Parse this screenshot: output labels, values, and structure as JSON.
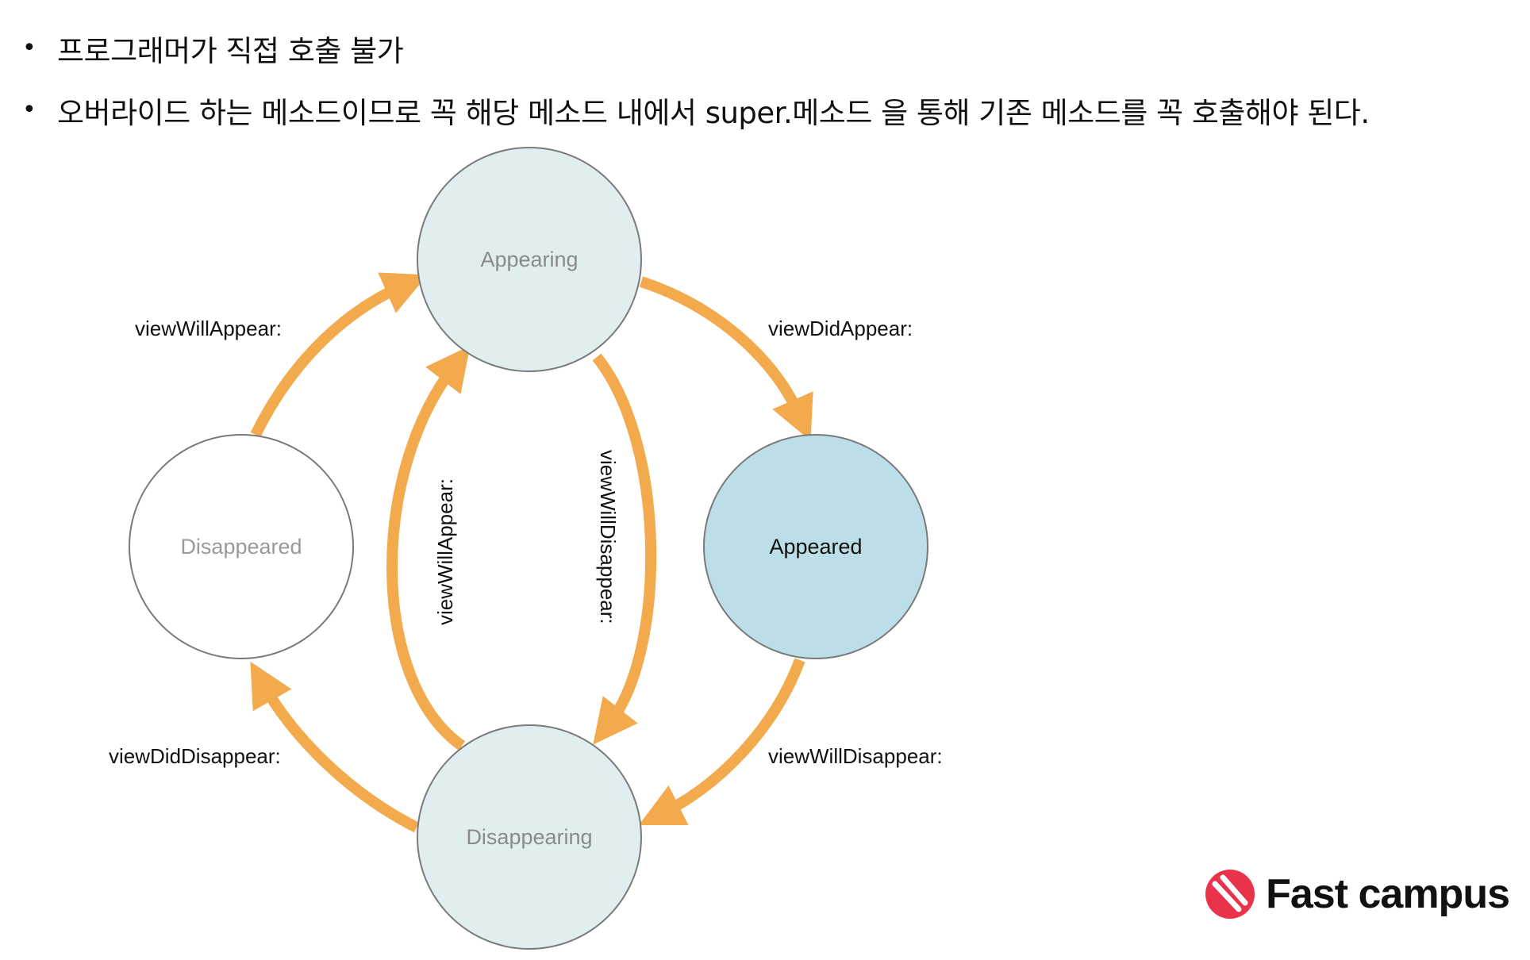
{
  "bullets": [
    {
      "dot": "•",
      "text": "프로그래머가 직접 호출 불가"
    },
    {
      "dot": "•",
      "text": "오버라이드 하는 메소드이므로 꼭 해당 메소드 내에서 super.메소드 을 통해 기존 메소드를 꼭 호출해야 된다."
    }
  ],
  "diagram": {
    "nodes": {
      "appearing": "Appearing",
      "appeared": "Appeared",
      "disappearing": "Disappearing",
      "disappeared": "Disappeared"
    },
    "edges": {
      "disappeared_to_appearing": "viewWillAppear:",
      "appearing_to_appeared": "viewDidAppear:",
      "appeared_to_disappearing": "viewWillDisappear:",
      "disappearing_to_disappeared": "viewDidDisappear:",
      "disappearing_to_appearing": "viewWillAppear:",
      "appearing_to_disappearing": "viewWillDisappear:"
    },
    "colors": {
      "arrow": "#F2AA4C",
      "node_light": "#E1EEF0",
      "node_appeared": "#BCDEE8",
      "node_white": "#FFFFFF",
      "node_stroke": "#7a7a7a"
    }
  },
  "logo": {
    "text": "Fast campus",
    "icon": "fastcampus-logo-icon",
    "color": "#E8334A"
  }
}
